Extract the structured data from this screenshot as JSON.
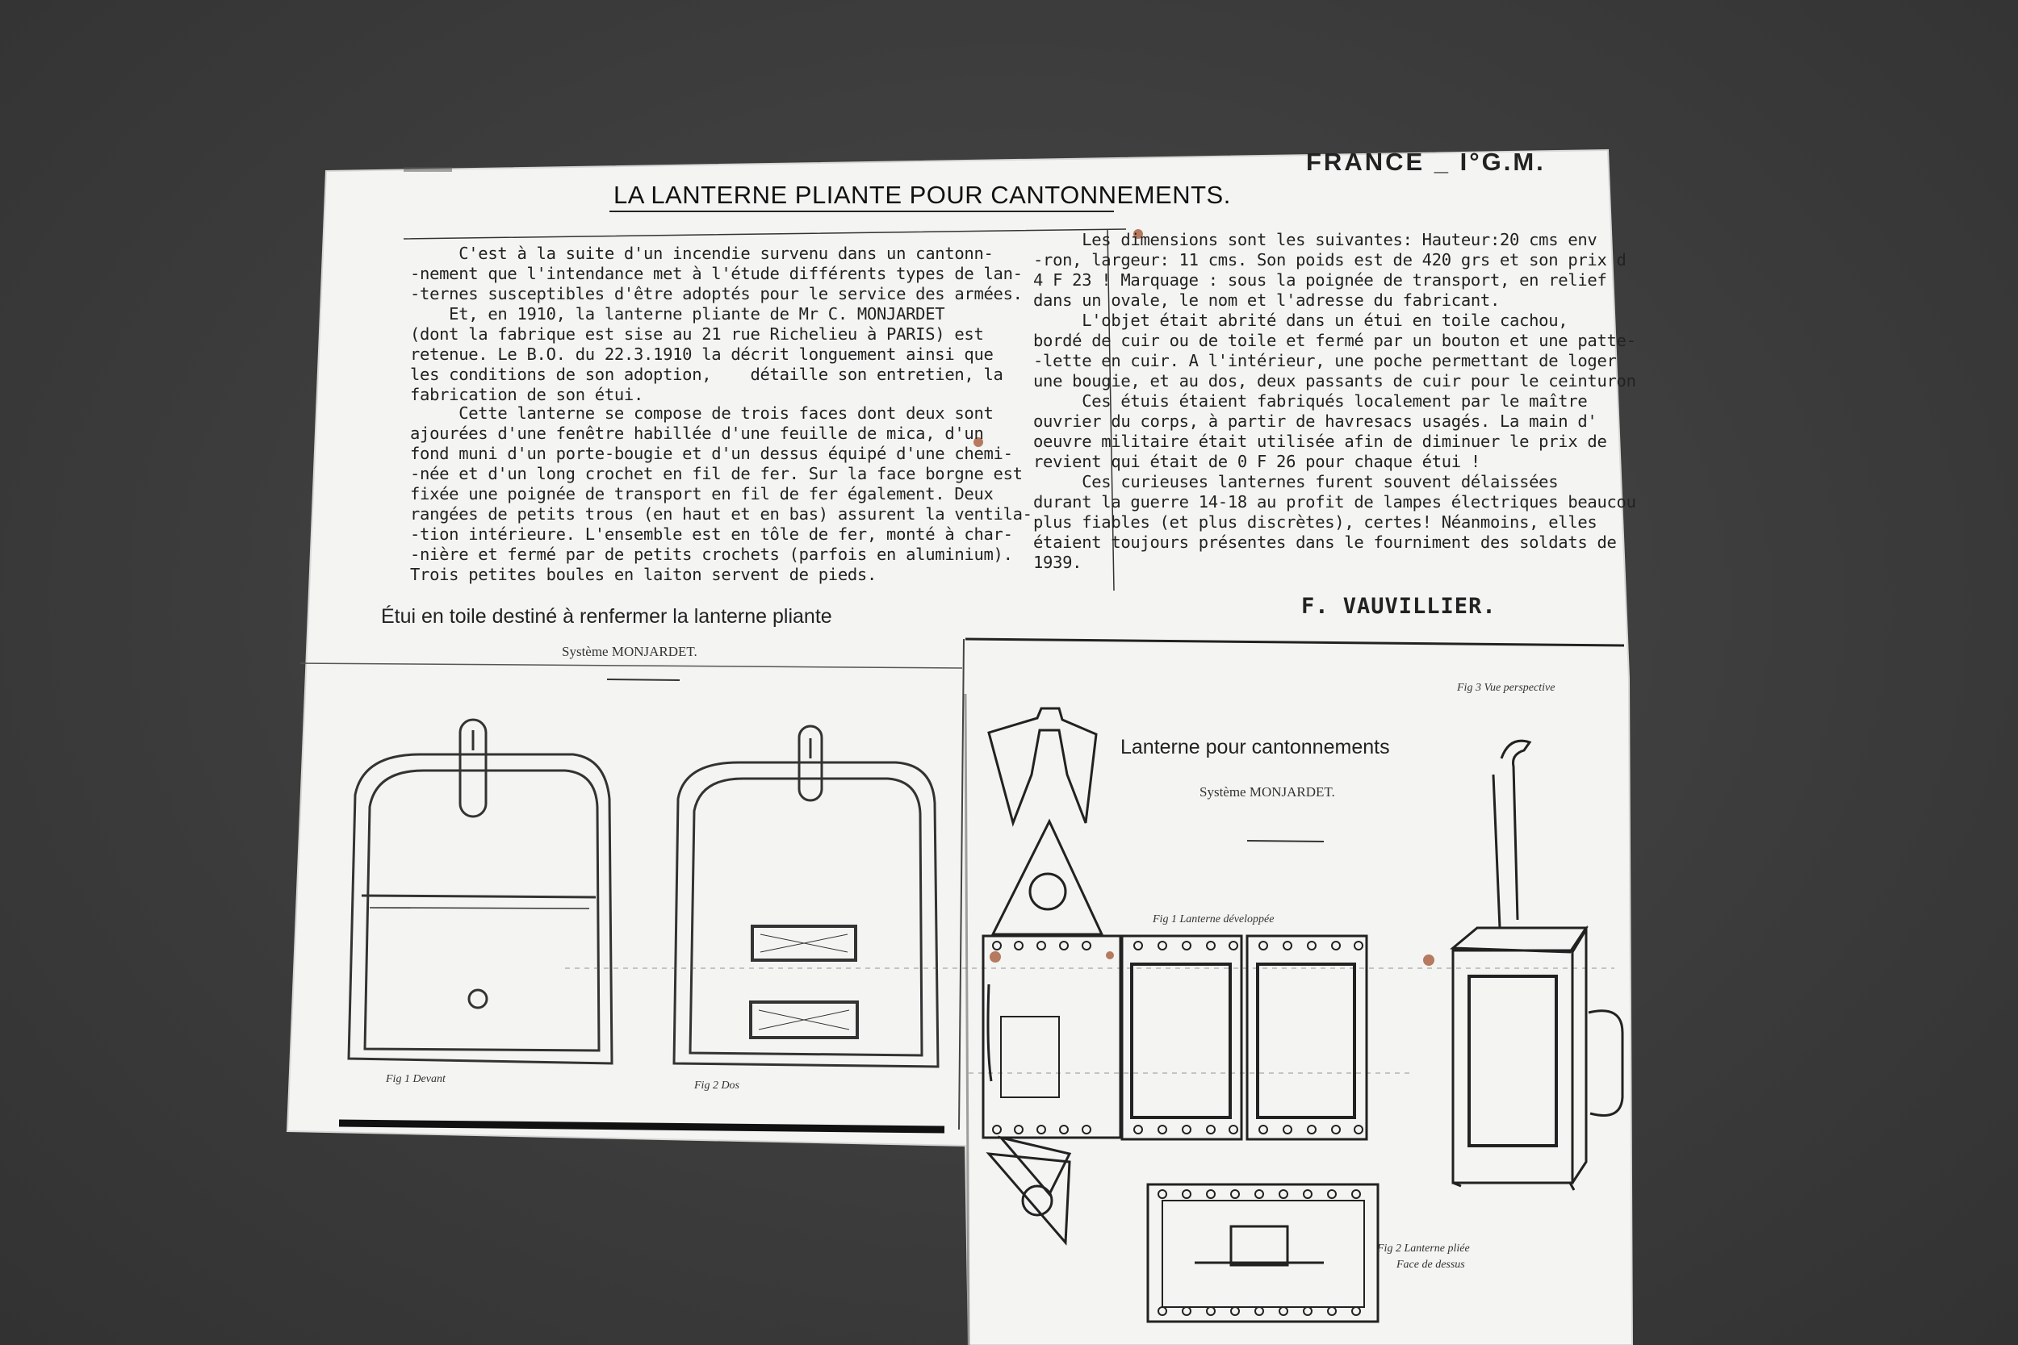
{
  "header": {
    "country": "FRANCE _ I°G.M.",
    "title": "LA LANTERNE PLIANTE POUR CANTONNEMENTS."
  },
  "left_column": [
    "     C'est à la suite d'un incendie survenu dans un cantonn-",
    "-nement que l'intendance met à l'étude différents types de lan-",
    "-ternes susceptibles d'être adoptés pour le service des armées.",
    "    Et, en 1910, la lanterne pliante de Mr C. MONJARDET",
    "(dont la fabrique est sise au 21 rue Richelieu à PARIS) est",
    "retenue. Le B.O. du 22.3.1910 la décrit longuement ainsi que",
    "les conditions de son adoption,    détaille son entretien, la",
    "fabrication de son étui.",
    "",
    "     Cette lanterne se compose de trois faces dont deux sont",
    "ajourées d'une fenêtre habillée d'une feuille de mica, d'un",
    "fond muni d'un porte-bougie et d'un dessus équipé d'une chemi-",
    "-née et d'un long crochet en fil de fer. Sur la face borgne est",
    "fixée une poignée de transport en fil de fer également. Deux",
    "rangées de petits trous (en haut et en bas) assurent la ventila-",
    "-tion intérieure. L'ensemble est en tôle de fer, monté à char-",
    "-nière et fermé par de petits crochets (parfois en aluminium).",
    "Trois petites boules en laiton servent de pieds."
  ],
  "right_column": [
    "     Les dimensions sont les suivantes: Hauteur:20 cms env",
    "-ron, largeur: 11 cms. Son poids est de 420 grs et son prix d",
    "4 F 23 ! Marquage : sous la poignée de transport, en relief",
    "dans un ovale, le nom et l'adresse du fabricant.",
    "     L'objet était abrité dans un étui en toile cachou,",
    "bordé de cuir ou de toile et fermé par un bouton et une patte-",
    "-lette en cuir. A l'intérieur, une poche permettant de loger",
    "une bougie, et au dos, deux passants de cuir pour le ceinturon",
    "     Ces étuis étaient fabriqués localement par le maître",
    "ouvrier du corps, à partir de havresacs usagés. La main d'",
    "oeuvre militaire était utilisée afin de diminuer le prix de",
    "revient qui était de 0 F 26 pour chaque étui !",
    "     Ces curieuses lanternes furent souvent délaissées",
    "durant la guerre 14-18 au profit de lampes électriques beaucou",
    "plus fiables (et plus discrètes), certes! Néanmoins, elles",
    "étaient toujours présentes dans le fourniment des soldats de",
    "1939."
  ],
  "signature": "F. VAUVILLIER.",
  "left_figure": {
    "title": "Étui en toile destiné à renfermer la lanterne pliante",
    "subtitle": "Système MONJARDET.",
    "fig1": "Fig 1 Devant",
    "fig2": "Fig 2 Dos"
  },
  "right_figure": {
    "title": "Lanterne pour cantonnements",
    "subtitle": "Système MONJARDET.",
    "fig_persp": "Fig 3 Vue perspective",
    "fig_dev": "Fig 1 Lanterne développée",
    "fig_plie": "Fig 2 Lanterne pliée",
    "fig_plie_sub": "Face de dessus"
  }
}
